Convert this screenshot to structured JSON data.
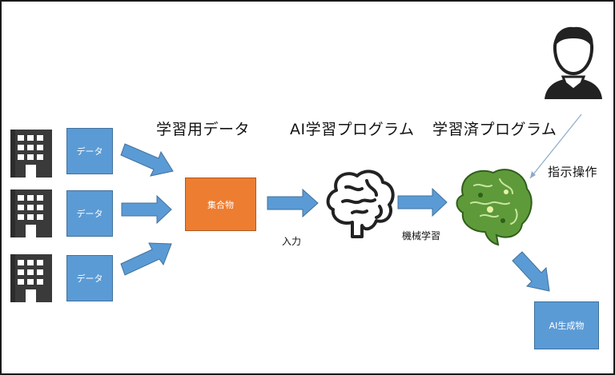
{
  "headings": {
    "training_data": "学習用データ",
    "ai_program": "AI学習プログラム",
    "trained_program": "学習済プログラム"
  },
  "labels": {
    "input": "入力",
    "machine_learning": "機械学習",
    "instruction": "指示操作"
  },
  "boxes": {
    "data_1": "データ",
    "data_2": "データ",
    "data_3": "データ",
    "aggregate": "集合物",
    "ai_output": "AI生成物"
  },
  "icons": {
    "building": "building-icon",
    "brain_outline": "brain-outline-icon",
    "brain_green": "green-brain-icon",
    "person": "person-icon"
  },
  "colors": {
    "box_blue": "#5b9bd5",
    "box_orange": "#ed7d31",
    "icon_dark": "#3a3a3a",
    "brain_green": "#5e9a3a"
  }
}
